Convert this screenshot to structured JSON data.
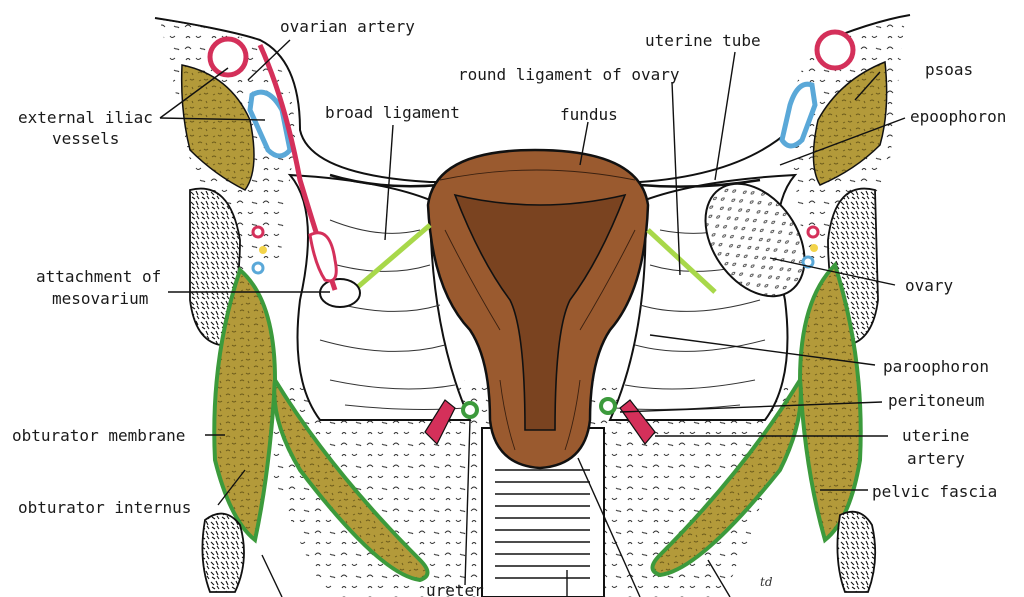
{
  "labels": {
    "ovarian_artery": "ovarian artery",
    "uterine_tube": "uterine tube",
    "round_ligament": "round ligament of ovary",
    "psoas": "psoas",
    "external_iliac_1": "external iliac",
    "external_iliac_2": "vessels",
    "broad_ligament": "broad ligament",
    "fundus": "fundus",
    "epoophoron": "epoophoron",
    "attachment_1": "attachment of",
    "attachment_2": "mesovarium",
    "ovary": "ovary",
    "paroophoron": "paroophoron",
    "peritoneum": "peritoneum",
    "obturator_membrane": "obturator membrane",
    "uterine_artery_1": "uterine",
    "uterine_artery_2": "artery",
    "pelvic_fascia": "pelvic fascia",
    "obturator_internus": "obturator internus",
    "ureter": "ureter",
    "signature": "td"
  },
  "colors": {
    "muscle": "#b39a3a",
    "uterus": "#9a5a2f",
    "fascia_green": "#3c9a3c",
    "artery_red": "#d4305a",
    "vein_blue": "#5aa8d8",
    "ligament_green": "#a8d84a"
  }
}
